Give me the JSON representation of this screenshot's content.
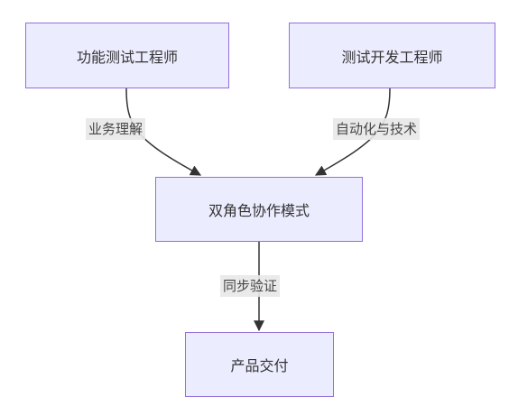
{
  "nodes": {
    "functional_tester": "功能测试工程师",
    "dev_test_engineer": "测试开发工程师",
    "dual_role_mode": "双角色协作模式",
    "product_delivery": "产品交付"
  },
  "edges": {
    "business_understanding": "业务理解",
    "automation_tech": "自动化与技术",
    "sync_verification": "同步验证"
  },
  "colors": {
    "node_fill": "#ececff",
    "node_border": "#9370db",
    "edge_stroke": "#333333",
    "label_bg": "#e8e8e8"
  }
}
